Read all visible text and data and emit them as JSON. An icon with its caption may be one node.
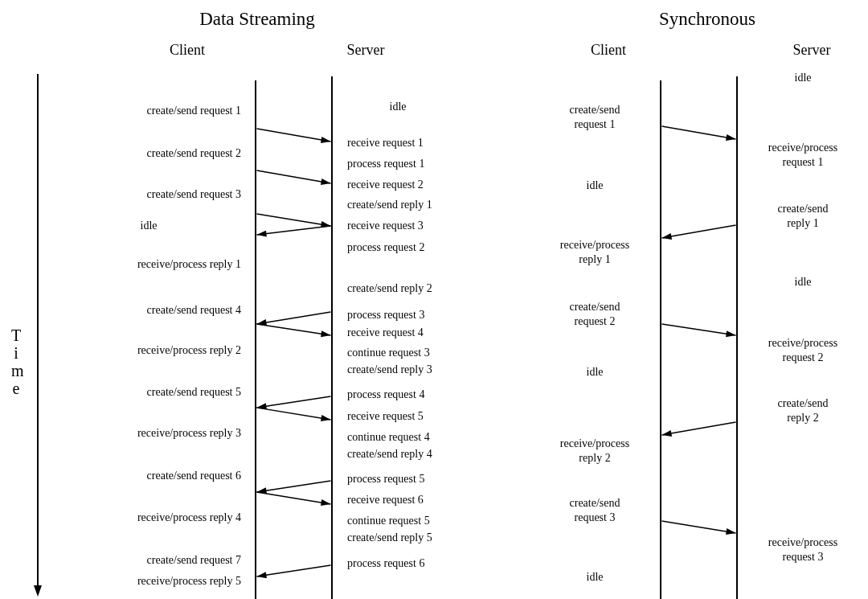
{
  "diagram": {
    "nodes": [
      {
        "text": [],
        "shape": "bar"
      },
      {
        "text": [],
        "shape": "bar"
      },
      {
        "text": [],
        "shape": "bar"
      },
      {
        "text": [],
        "shape": "bar"
      }
    ],
    "edges": [
      {
        "from": 0,
        "to": 1,
        "arrow": "to"
      },
      {
        "from": 0,
        "to": 1,
        "arrow": "to"
      },
      {
        "from": 0,
        "to": 1,
        "arrow": "to"
      },
      {
        "from": 1,
        "to": 0,
        "arrow": "to"
      },
      {
        "from": 1,
        "to": 0,
        "arrow": "to"
      },
      {
        "from": 0,
        "to": 1,
        "arrow": "to"
      },
      {
        "from": 1,
        "to": 0,
        "arrow": "to"
      },
      {
        "from": 0,
        "to": 1,
        "arrow": "to"
      },
      {
        "from": 1,
        "to": 0,
        "arrow": "to"
      },
      {
        "from": 0,
        "to": 1,
        "arrow": "to"
      },
      {
        "from": 1,
        "to": 0,
        "arrow": "to"
      },
      {
        "from": 2,
        "to": 3,
        "arrow": "to"
      },
      {
        "from": 3,
        "to": 2,
        "arrow": "to"
      },
      {
        "from": 2,
        "to": 3,
        "arrow": "to"
      },
      {
        "from": 3,
        "to": 2,
        "arrow": "to"
      },
      {
        "from": 2,
        "to": 3,
        "arrow": "to"
      }
    ],
    "labels": [
      "Data Streaming",
      "Synchronous",
      "Client",
      "Server",
      "Client",
      "Server",
      "Time",
      "create/send request 1",
      "create/send request 2",
      "create/send request 3",
      "idle",
      "receive/process reply 1",
      "create/send request 4",
      "receive/process reply 2",
      "create/send request 5",
      "receive/process reply 3",
      "create/send request 6",
      "receive/process reply 4",
      "create/send request 7",
      "receive/process reply 5",
      "idle",
      "receive request 1",
      "process request 1",
      "receive request 2",
      "create/send reply 1",
      "receive request 3",
      "process request 2",
      "create/send reply 2",
      "process request 3",
      "receive request 4",
      "continue request 3",
      "create/send reply 3",
      "process request 4",
      "receive request 5",
      "continue request 4",
      "create/send reply 4",
      "process request 5",
      "receive request 6",
      "continue request 5",
      "create/send reply 5",
      "process request 6",
      "create/send request 1",
      "idle",
      "receive/process reply 1",
      "create/send request 2",
      "idle",
      "receive/process reply 2",
      "create/send request 3",
      "idle",
      "idle",
      "receive/process request 1",
      "create/send reply 1",
      "idle",
      "receive/process request 2",
      "create/send reply 2",
      "receive/process request 3"
    ]
  }
}
